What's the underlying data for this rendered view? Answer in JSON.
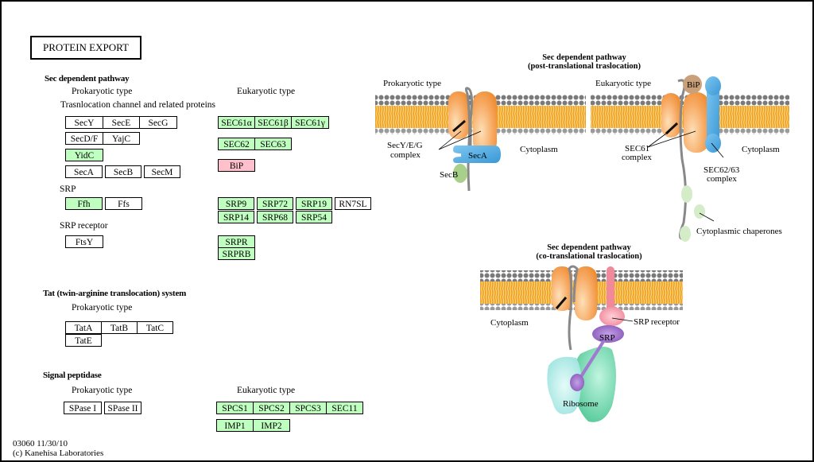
{
  "map": {
    "title": "PROTEIN EXPORT",
    "footer": {
      "id_date": "03060 11/30/10",
      "copyright": "(c) Kanehisa Laboratories"
    }
  },
  "sec": {
    "heading": "Sec dependent pathway",
    "prok_label": "Prokaryotic type",
    "euk_label": "Eukaryotic type",
    "channel_label": "Trasnlocation channel and related proteins",
    "prok_rows": [
      [
        "SecY",
        "SecE",
        "SecG"
      ],
      [
        "SecD/F",
        "YajC"
      ],
      [
        "YidC"
      ],
      [
        "SecA",
        "SecB",
        "SecM"
      ]
    ],
    "srp_label": "SRP",
    "srp_prok": [
      "Ffh",
      "Ffs"
    ],
    "srp_receptor_label": "SRP receptor",
    "srp_receptor_prok": [
      "FtsY"
    ],
    "euk_sec61": [
      "SEC61α",
      "SEC61β",
      "SEC61γ"
    ],
    "euk_sec62": [
      "SEC62",
      "SEC63"
    ],
    "euk_bip": "BiP",
    "euk_srp_top": [
      "SRP9",
      "SRP72",
      "SRP19",
      "RN7SL"
    ],
    "euk_srp_bottom": [
      "SRP14",
      "SRP68",
      "SRP54"
    ],
    "euk_srpr": [
      "SRPR",
      "SRPRB"
    ]
  },
  "tat": {
    "heading": "Tat (twin-arginine translocation) system",
    "prok_label": "Prokaryotic type",
    "row1": [
      "TatA",
      "TatB",
      "TatC"
    ],
    "row2": [
      "TatE"
    ]
  },
  "spase": {
    "heading": "Signal peptidase",
    "prok_label": "Prokaryotic type",
    "euk_label": "Eukaryotic type",
    "prok": [
      "SPase I",
      "SPase II"
    ],
    "euk_row1": [
      "SPCS1",
      "SPCS2",
      "SPCS3",
      "SEC11"
    ],
    "euk_row2": [
      "IMP1",
      "IMP2"
    ]
  },
  "diagram": {
    "post_title_1": "Sec dependent pathway",
    "post_title_2": "(post-translational traslocation)",
    "prok_type": "Prokaryotic type",
    "euk_type": "Eukaryotic type",
    "secyeg_1": "SecY/E/G",
    "secyeg_2": "complex",
    "seca": "SecA",
    "secb": "SecB",
    "cytoplasm": "Cytoplasm",
    "bip": "BiP",
    "sec61_1": "SEC61",
    "sec61_2": "complex",
    "sec6263_1": "SEC62/63",
    "sec6263_2": "complex",
    "chaperones": "Cytoplasmic chaperones",
    "co_title_1": "Sec dependent pathway",
    "co_title_2": "(co-translational traslocation)",
    "srp_receptor": "SRP receptor",
    "srp": "SRP",
    "ribosome": "Ribosome"
  },
  "colors": {
    "gene_green": "#bfffbf",
    "gene_pink": "#ffc0cb",
    "membrane_lipid": "#f5a623",
    "membrane_head": "#9a9a9a",
    "channel_orange": "#f0903a",
    "seca_blue": "#4aa8e0",
    "secb_green": "#9cc97a",
    "bip_tan": "#c9a07a",
    "srp_receptor_pink": "#f08a9a",
    "srp_purple": "#8a5cb8",
    "ribosome_teal": "#4fd0a0",
    "ribosome_cyan": "#8fe8e0"
  }
}
